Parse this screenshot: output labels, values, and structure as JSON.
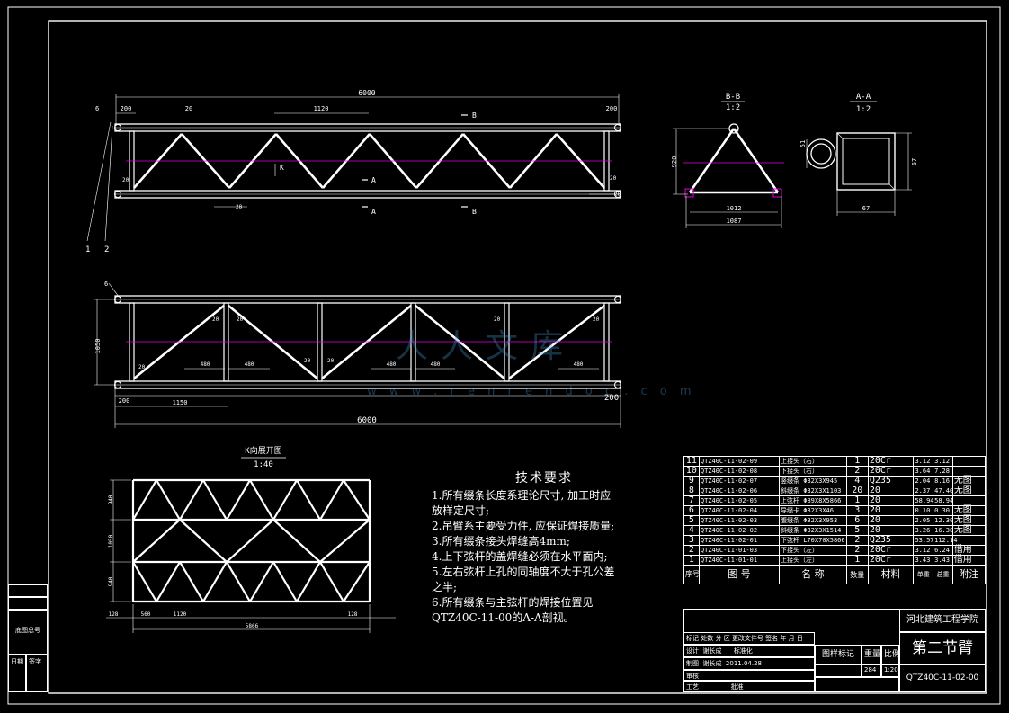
{
  "views": {
    "elevation_top": {
      "overall": "6000",
      "left_end": "200",
      "right_end": "200",
      "bay": "1120",
      "web_gap": "20",
      "k_label": "K",
      "callout_1": "1",
      "callout_2": "2",
      "callout_d": "6",
      "section_b_top": "B",
      "section_b_bot": "B",
      "section_a_top": "A",
      "section_a_bot": "A",
      "end_dims": [
        "20",
        "20"
      ],
      "web_dims_left": [
        "20",
        "20"
      ]
    },
    "elevation_bottom": {
      "overall": "6000",
      "height": "1050",
      "left_end": "200",
      "right_end": "200",
      "first_bay": "1150",
      "gaps": [
        "480",
        "480",
        "480",
        "480",
        "480"
      ],
      "web_gaps": [
        "20",
        "20",
        "20",
        "20",
        "20",
        "20",
        "20"
      ],
      "callout_d": "6"
    },
    "section_bb": {
      "title": "B-B",
      "scale": "1:2",
      "height": "920",
      "inner_width": "1012",
      "outer_width": "1087"
    },
    "section_aa": {
      "title": "A-A",
      "scale": "1:2",
      "tube_dia": "51",
      "box_height": "67",
      "box_width": "67"
    },
    "k_view": {
      "title": "K向展开图",
      "scale": "1:40",
      "left_margin": "128",
      "right_margin": "128",
      "first_bay": "560",
      "bay": "1120",
      "overall": "5866",
      "heights": [
        "940",
        "1050",
        "940"
      ]
    }
  },
  "tech": {
    "heading": "技术要求",
    "lines": [
      "1.所有缀条长度系理论尺寸, 加工时应",
      "放样定尺寸;",
      "2.吊臂系主要受力件, 应保证焊接质量;",
      "3.所有缀条接头焊缝高4mm;",
      "4.上下弦杆的盖焊缝必须在水平面内;",
      "5.左右弦杆上孔的同轴度不大于孔公差",
      "之半;",
      "6.所有缀条与主弦杆的焊接位置见",
      "QTZ40C-11-00的A-A剖视。"
    ]
  },
  "bom": {
    "rows": [
      {
        "no": "11",
        "code": "QTZ40C-11-02-09",
        "name": "上接头（右）",
        "qty": "1",
        "mat": "20Cr",
        "unit": "3.12",
        "total": "3.12",
        "note": ""
      },
      {
        "no": "10",
        "code": "QTZ40C-11-02-08",
        "name": "下接头（右）",
        "qty": "2",
        "mat": "20Cr",
        "unit": "3.64",
        "total": "7.28",
        "note": ""
      },
      {
        "no": "9",
        "code": "QTZ40C-11-02-07",
        "name": "竖缀条 Φ32X3X945",
        "qty": "4",
        "mat": "Q235",
        "unit": "2.04",
        "total": "8.16",
        "note": "无图"
      },
      {
        "no": "8",
        "code": "QTZ40C-11-02-06",
        "name": "斜缀条 Φ32X3X1103",
        "qty": "20",
        "mat": "20",
        "unit": "2.37",
        "total": "47.40",
        "note": "无图"
      },
      {
        "no": "7",
        "code": "QTZ40C-11-02-05",
        "name": "上弦杆 Φ89X8X5866",
        "qty": "1",
        "mat": "20",
        "unit": "58.94",
        "total": "58.94",
        "note": ""
      },
      {
        "no": "6",
        "code": "QTZ40C-11-02-04",
        "name": "导缀卡 Φ32X3X46",
        "qty": "3",
        "mat": "20",
        "unit": "0.10",
        "total": "0.30",
        "note": "无图"
      },
      {
        "no": "5",
        "code": "QTZ40C-11-02-03",
        "name": "腹缀条 Φ32X3X953",
        "qty": "6",
        "mat": "20",
        "unit": "2.05",
        "total": "12.30",
        "note": "无图"
      },
      {
        "no": "4",
        "code": "QTZ40C-11-02-02",
        "name": "斜缀条 Φ32X3X1514",
        "qty": "5",
        "mat": "20",
        "unit": "3.26",
        "total": "16.30",
        "note": "无图"
      },
      {
        "no": "3",
        "code": "QTZ40C-11-02-01",
        "name": "下弦杆 L70X70X5866",
        "qty": "2",
        "mat": "Q235",
        "unit": "53.57",
        "total": "112.14",
        "note": ""
      },
      {
        "no": "2",
        "code": "QTZ40C-11-01-03",
        "name": "下接头（左）",
        "qty": "2",
        "mat": "20Cr",
        "unit": "3.12",
        "total": "6.24",
        "note": "借用"
      },
      {
        "no": "1",
        "code": "QTZ40C-11-01-01",
        "name": "上接头（左）",
        "qty": "1",
        "mat": "20Cr",
        "unit": "3.43",
        "total": "3.43",
        "note": "借用"
      }
    ],
    "header": {
      "no": "序号",
      "code": "图 号",
      "name": "名 称",
      "qty": "数量",
      "mat": "材料",
      "unit": "单重",
      "total": "总重",
      "weight": "重量",
      "note": "附注"
    }
  },
  "title_block": {
    "school": "河北建筑工程学院",
    "part_name": "第二节臂",
    "drawing_no": "QTZ40C-11-02-00",
    "stage_mark": "图样标记",
    "weight_label": "重量",
    "scale_label": "比例",
    "weight": "284",
    "scale": "1:20",
    "labels": [
      "标记",
      "处数",
      "分",
      "区",
      "更改文件号",
      "签名",
      "年",
      "月",
      "日"
    ],
    "design": "设计",
    "designer": "谢长成",
    "standard": "标准化",
    "draw": "制图",
    "drawer": "谢长成",
    "date": "2011.04.28",
    "review": "审核",
    "process": "工艺",
    "approve": "批准"
  },
  "side_block": {
    "label_1": "底图总号",
    "label_2": "日期",
    "label_3": "签字"
  },
  "watermark": {
    "big": "人人文库",
    "url": "w w w . r e n r e n d o c . c o m"
  },
  "colors": {
    "background": "#000000",
    "lines": "#ffffff",
    "centerline": "#e000e0",
    "hatch": "#ffffff"
  }
}
